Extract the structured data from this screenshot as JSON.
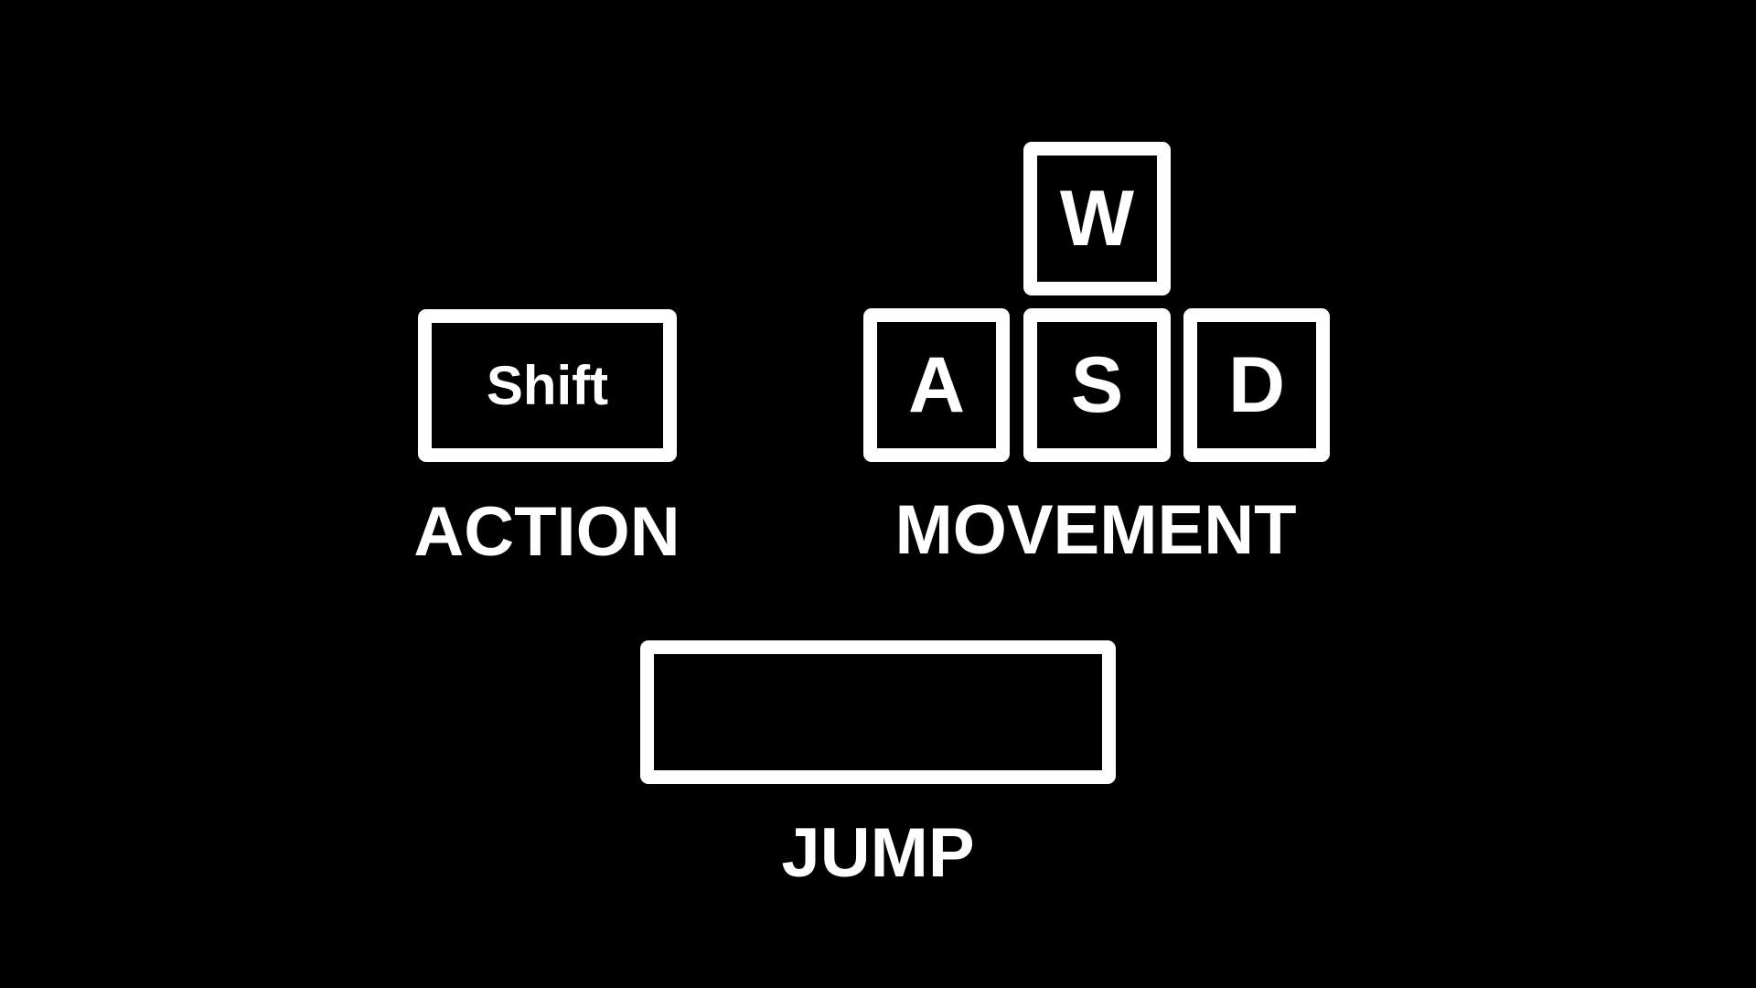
{
  "colors": {
    "background": "#000000",
    "foreground": "#ffffff"
  },
  "keys": {
    "w": "W",
    "a": "A",
    "s": "S",
    "d": "D",
    "shift": "Shift",
    "space": ""
  },
  "labels": {
    "action": "ACTION",
    "movement": "MOVEMENT",
    "jump": "JUMP"
  }
}
